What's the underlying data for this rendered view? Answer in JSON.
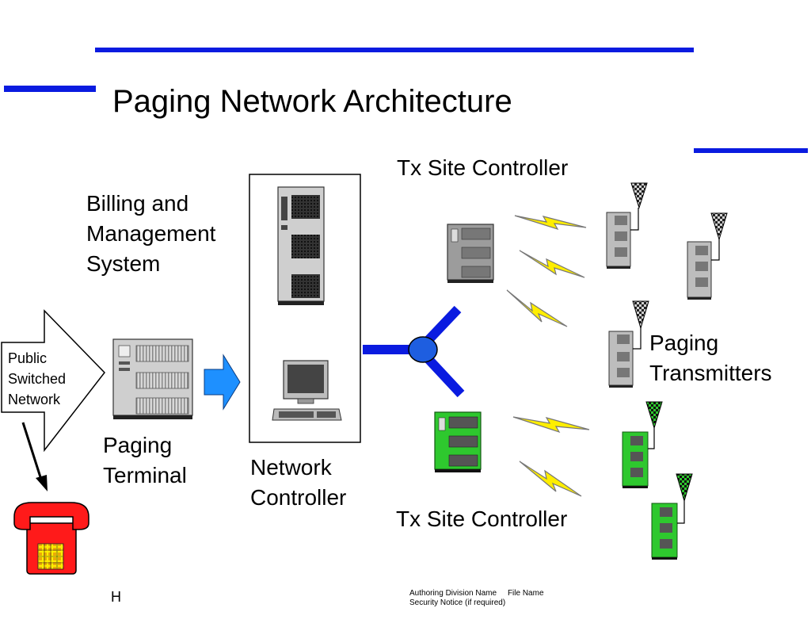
{
  "slide": {
    "title": "Paging Network Architecture",
    "footer_left": "H",
    "footer_line1": "Authoring Division Name     File Name",
    "footer_line2": "Security Notice (if required)"
  },
  "labels": {
    "billing": [
      "Billing and",
      "Management",
      "System"
    ],
    "pstn": [
      "Public",
      "Switched",
      "Network"
    ],
    "paging_terminal": [
      "Paging",
      "Terminal"
    ],
    "network_controller": [
      "Network",
      "Controller"
    ],
    "tx_site_controller_top": "Tx Site Controller",
    "tx_site_controller_bottom": "Tx Site Controller",
    "paging_transmitters": [
      "Paging",
      "Transmitters"
    ]
  },
  "colors": {
    "accent_blue": "#0a1be0",
    "arrow_blue": "#1e90ff",
    "site_gray": "#8c8c8c",
    "site_green": "#2ec82e",
    "lightning_yellow": "#ffee00",
    "phone_red": "#ff1a1a"
  },
  "icons": {
    "server": "server-tower-icon",
    "computer": "computer-terminal-icon",
    "phone": "telephone-icon",
    "antenna": "antenna-icon",
    "lightning": "lightning-bolt-icon"
  }
}
